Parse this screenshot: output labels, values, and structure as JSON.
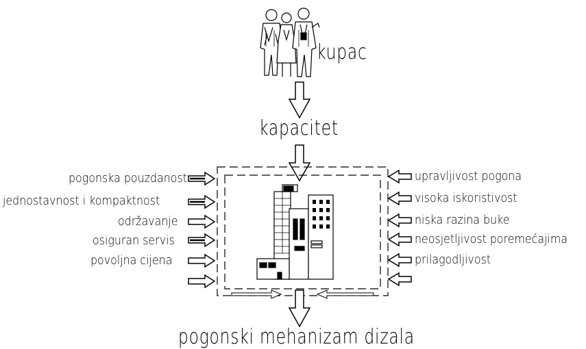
{
  "customer_label": "kupac",
  "capacity_label": "kapacitet",
  "result_label": "pogonski mehanizam dizala",
  "left_requirements": [
    "pogonska pouzdanost",
    "jednostavnost i kompaktnost",
    "održavanje",
    "osiguran servis",
    "povoljna cijena"
  ],
  "right_requirements": [
    "upravljivost pogona",
    "visoka iskoristivost",
    "niska razina buke",
    "neosjetljivost poremećajima",
    "prilagodljivost"
  ]
}
